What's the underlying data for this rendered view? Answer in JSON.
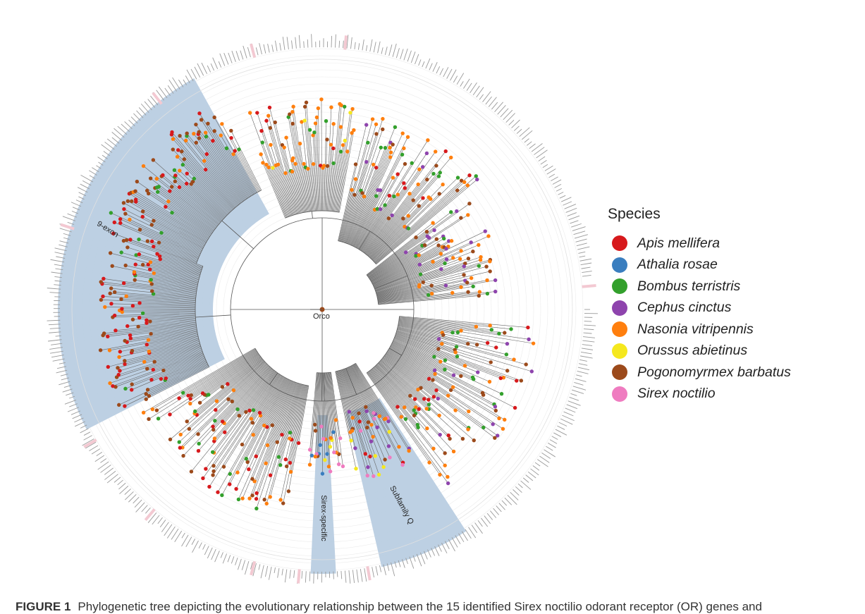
{
  "tree": {
    "root_label": "Orco",
    "clades": [
      {
        "label": "9-exon",
        "color": "#b9cde1"
      },
      {
        "label": "Sirex-specific",
        "color": "#b9cde1"
      },
      {
        "label": "Subfamily Q",
        "color": "#b9cde1"
      }
    ],
    "tip_ring_color": "#9a9a9a",
    "highlight_tick_color": "#f3c9d2"
  },
  "legend": {
    "title": "Species",
    "items": [
      {
        "label": "Apis mellifera",
        "color": "#d7191c"
      },
      {
        "label": "Athalia rosae",
        "color": "#3a7ebf"
      },
      {
        "label": "Bombus terristris",
        "color": "#33a02c"
      },
      {
        "label": "Cephus cinctus",
        "color": "#8e44ad"
      },
      {
        "label": "Nasonia vitripennis",
        "color": "#ff7f0e"
      },
      {
        "label": "Orussus abietinus",
        "color": "#f5e81e"
      },
      {
        "label": "Pogonomyrmex barbatus",
        "color": "#9c4a1b"
      },
      {
        "label": "Sirex noctilio",
        "color": "#ef7cc0"
      }
    ]
  },
  "caption": {
    "label": "FIGURE 1",
    "text": "Phylogenetic tree depicting the evolutionary relationship between the 15 identified Sirex noctilio odorant receptor (OR) genes and"
  }
}
